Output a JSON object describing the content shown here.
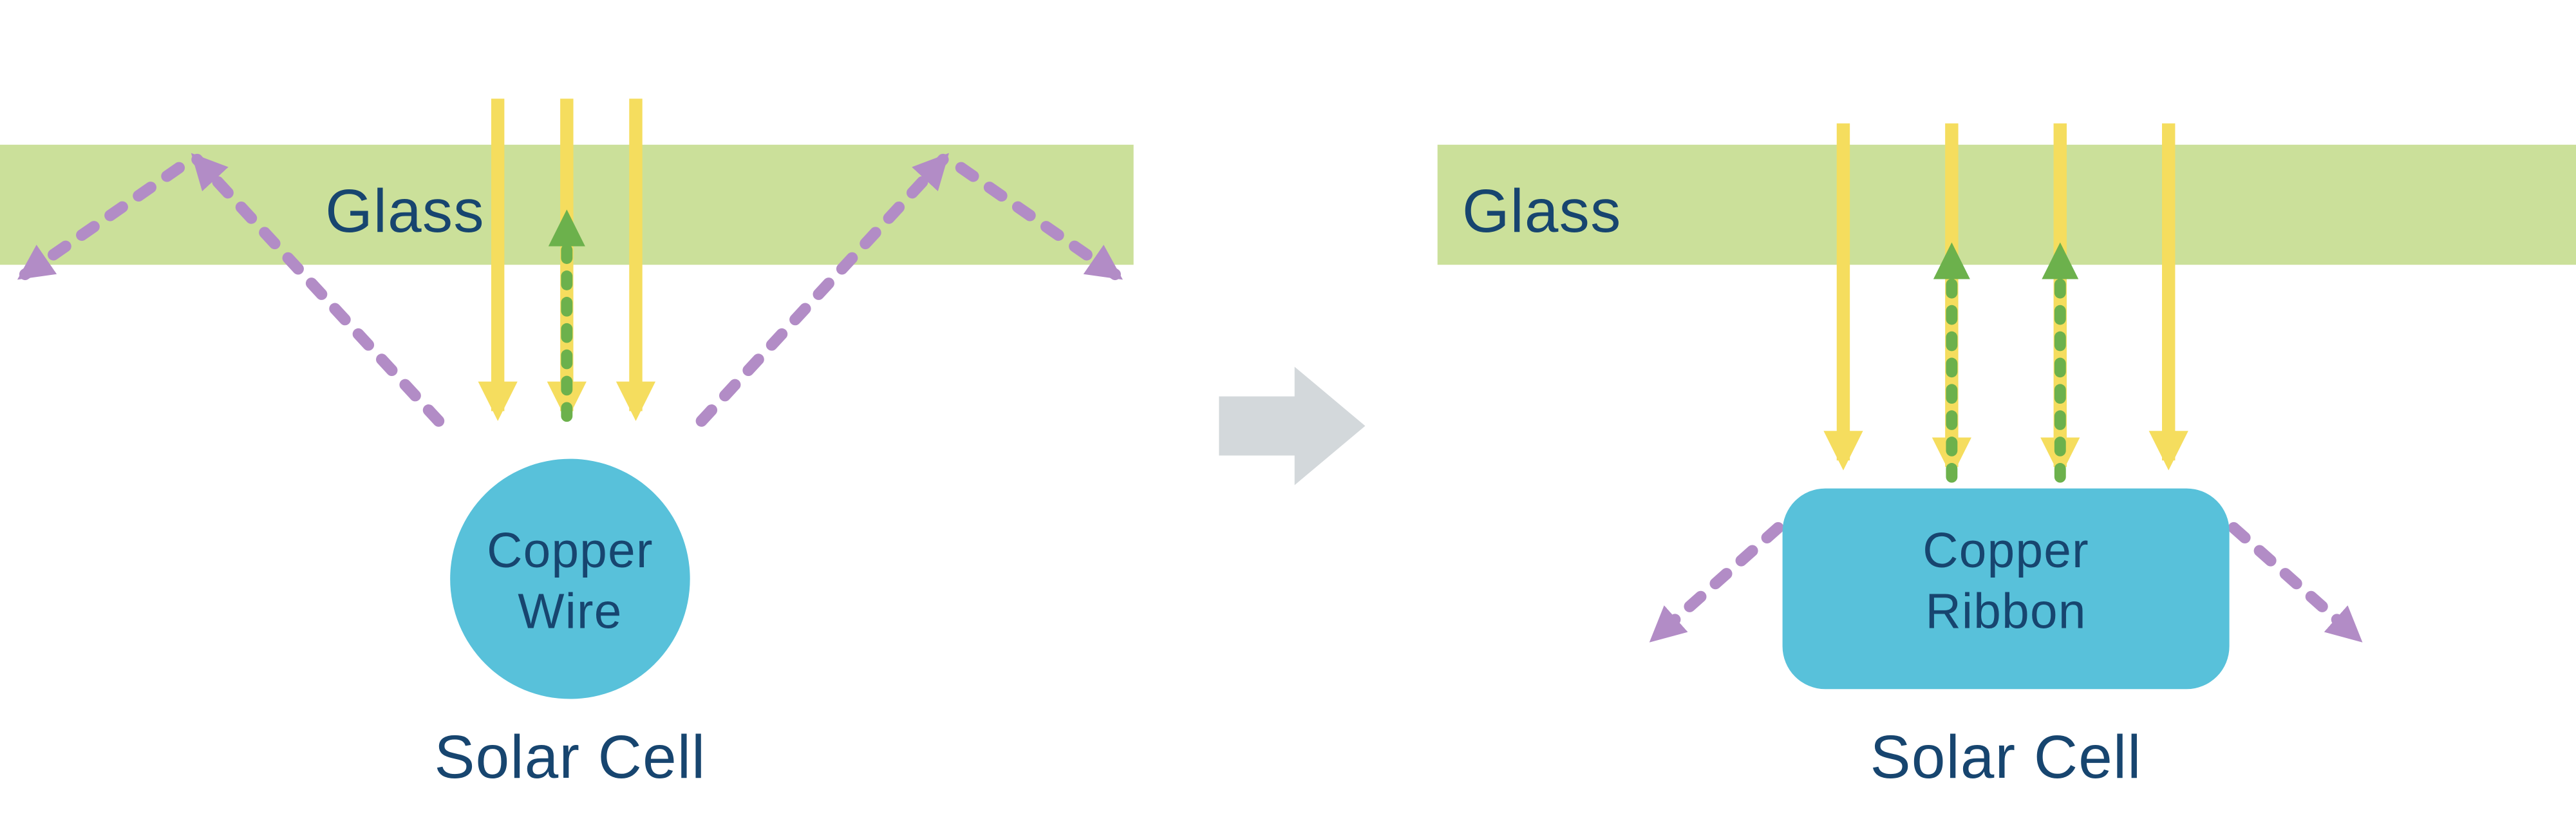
{
  "colors": {
    "glass": "#cbe09a",
    "sunlight_yellow": "#f5dd5e",
    "reflected_green": "#6cb14c",
    "scattered_purple": "#b28cc6",
    "conductor_blue": "#58c1da",
    "transition_gray": "#d3d8db",
    "label_navy": "#17456f"
  },
  "left_panel": {
    "glass_label": "Glass",
    "conductor_line1": "Copper",
    "conductor_line2": "Wire",
    "cell_label": "Solar Cell"
  },
  "right_panel": {
    "glass_label": "Glass",
    "conductor_line1": "Copper",
    "conductor_line2": "Ribbon",
    "cell_label": "Solar Cell"
  },
  "icons": {
    "transition_arrow": "right-block-arrow",
    "sunlight_arrow": "down-arrow",
    "reflected_arrow": "dashed-up-arrow",
    "scattered_ray": "dashed-diagonal-arrow"
  }
}
